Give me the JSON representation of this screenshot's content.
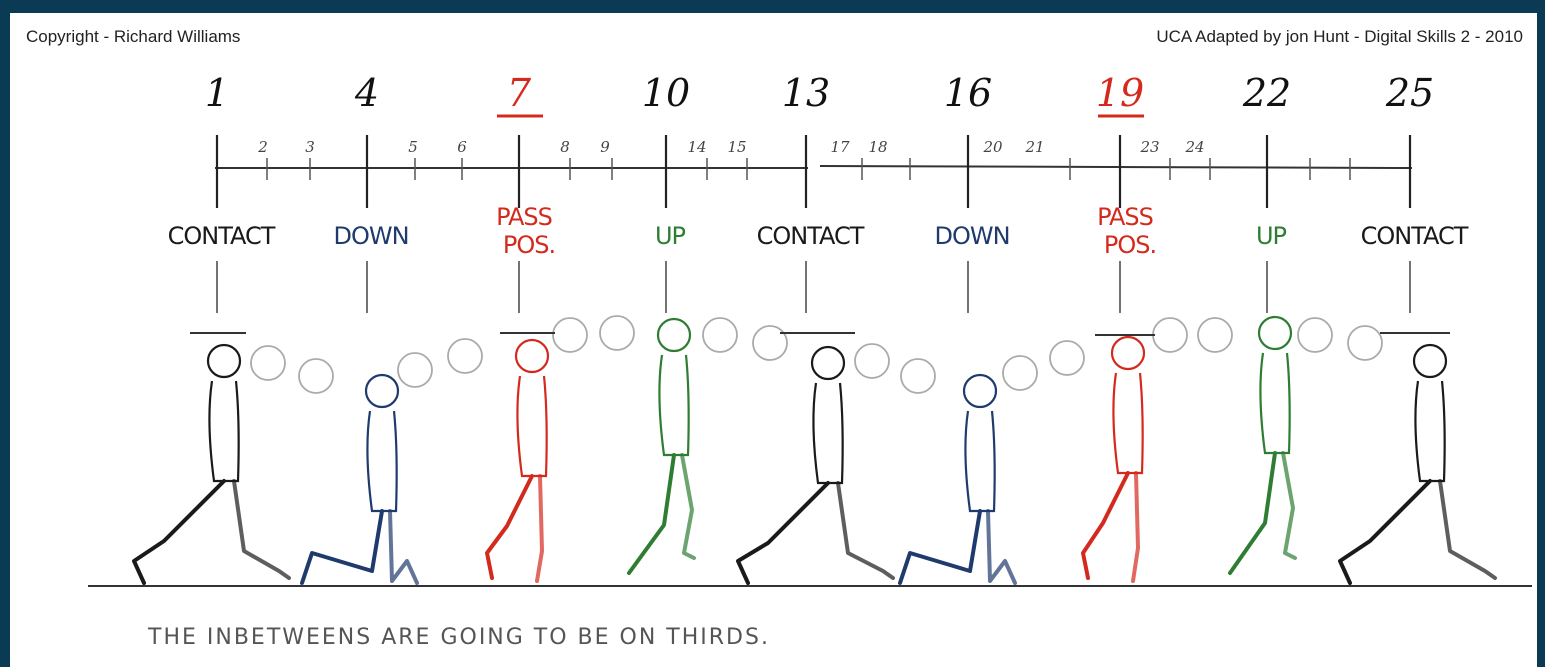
{
  "header": {
    "copyright": "Copyright - Richard Williams",
    "credit": "UCA    Adapted by jon Hunt - Digital Skills 2 - 2010"
  },
  "colors": {
    "black": "#1a1a1a",
    "blue": "#1f3b6e",
    "red": "#d42a1e",
    "green": "#2e7d32",
    "bg": "#0b3a55"
  },
  "timeline": {
    "key_frames": [
      {
        "number": "1",
        "label": "CONTACT",
        "color": "black"
      },
      {
        "number": "4",
        "label": "DOWN",
        "color": "blue"
      },
      {
        "number": "7",
        "label": "PASS POS.",
        "color": "red",
        "underline": true
      },
      {
        "number": "10",
        "label": "UP",
        "color": "green"
      },
      {
        "number": "13",
        "label": "CONTACT",
        "color": "black"
      },
      {
        "number": "16",
        "label": "DOWN",
        "color": "blue"
      },
      {
        "number": "19",
        "label": "PASS POS.",
        "color": "red",
        "underline": true
      },
      {
        "number": "22",
        "label": "UP",
        "color": "green"
      },
      {
        "number": "25",
        "label": "CONTACT",
        "color": "black"
      }
    ],
    "inbetween_labels": [
      "2",
      "3",
      "5",
      "6",
      "8",
      "9",
      "14",
      "15",
      "17",
      "18",
      "20",
      "21",
      "23",
      "24"
    ]
  },
  "caption": "THE INBETWEENS ARE GOING TO BE ON THIRDS."
}
